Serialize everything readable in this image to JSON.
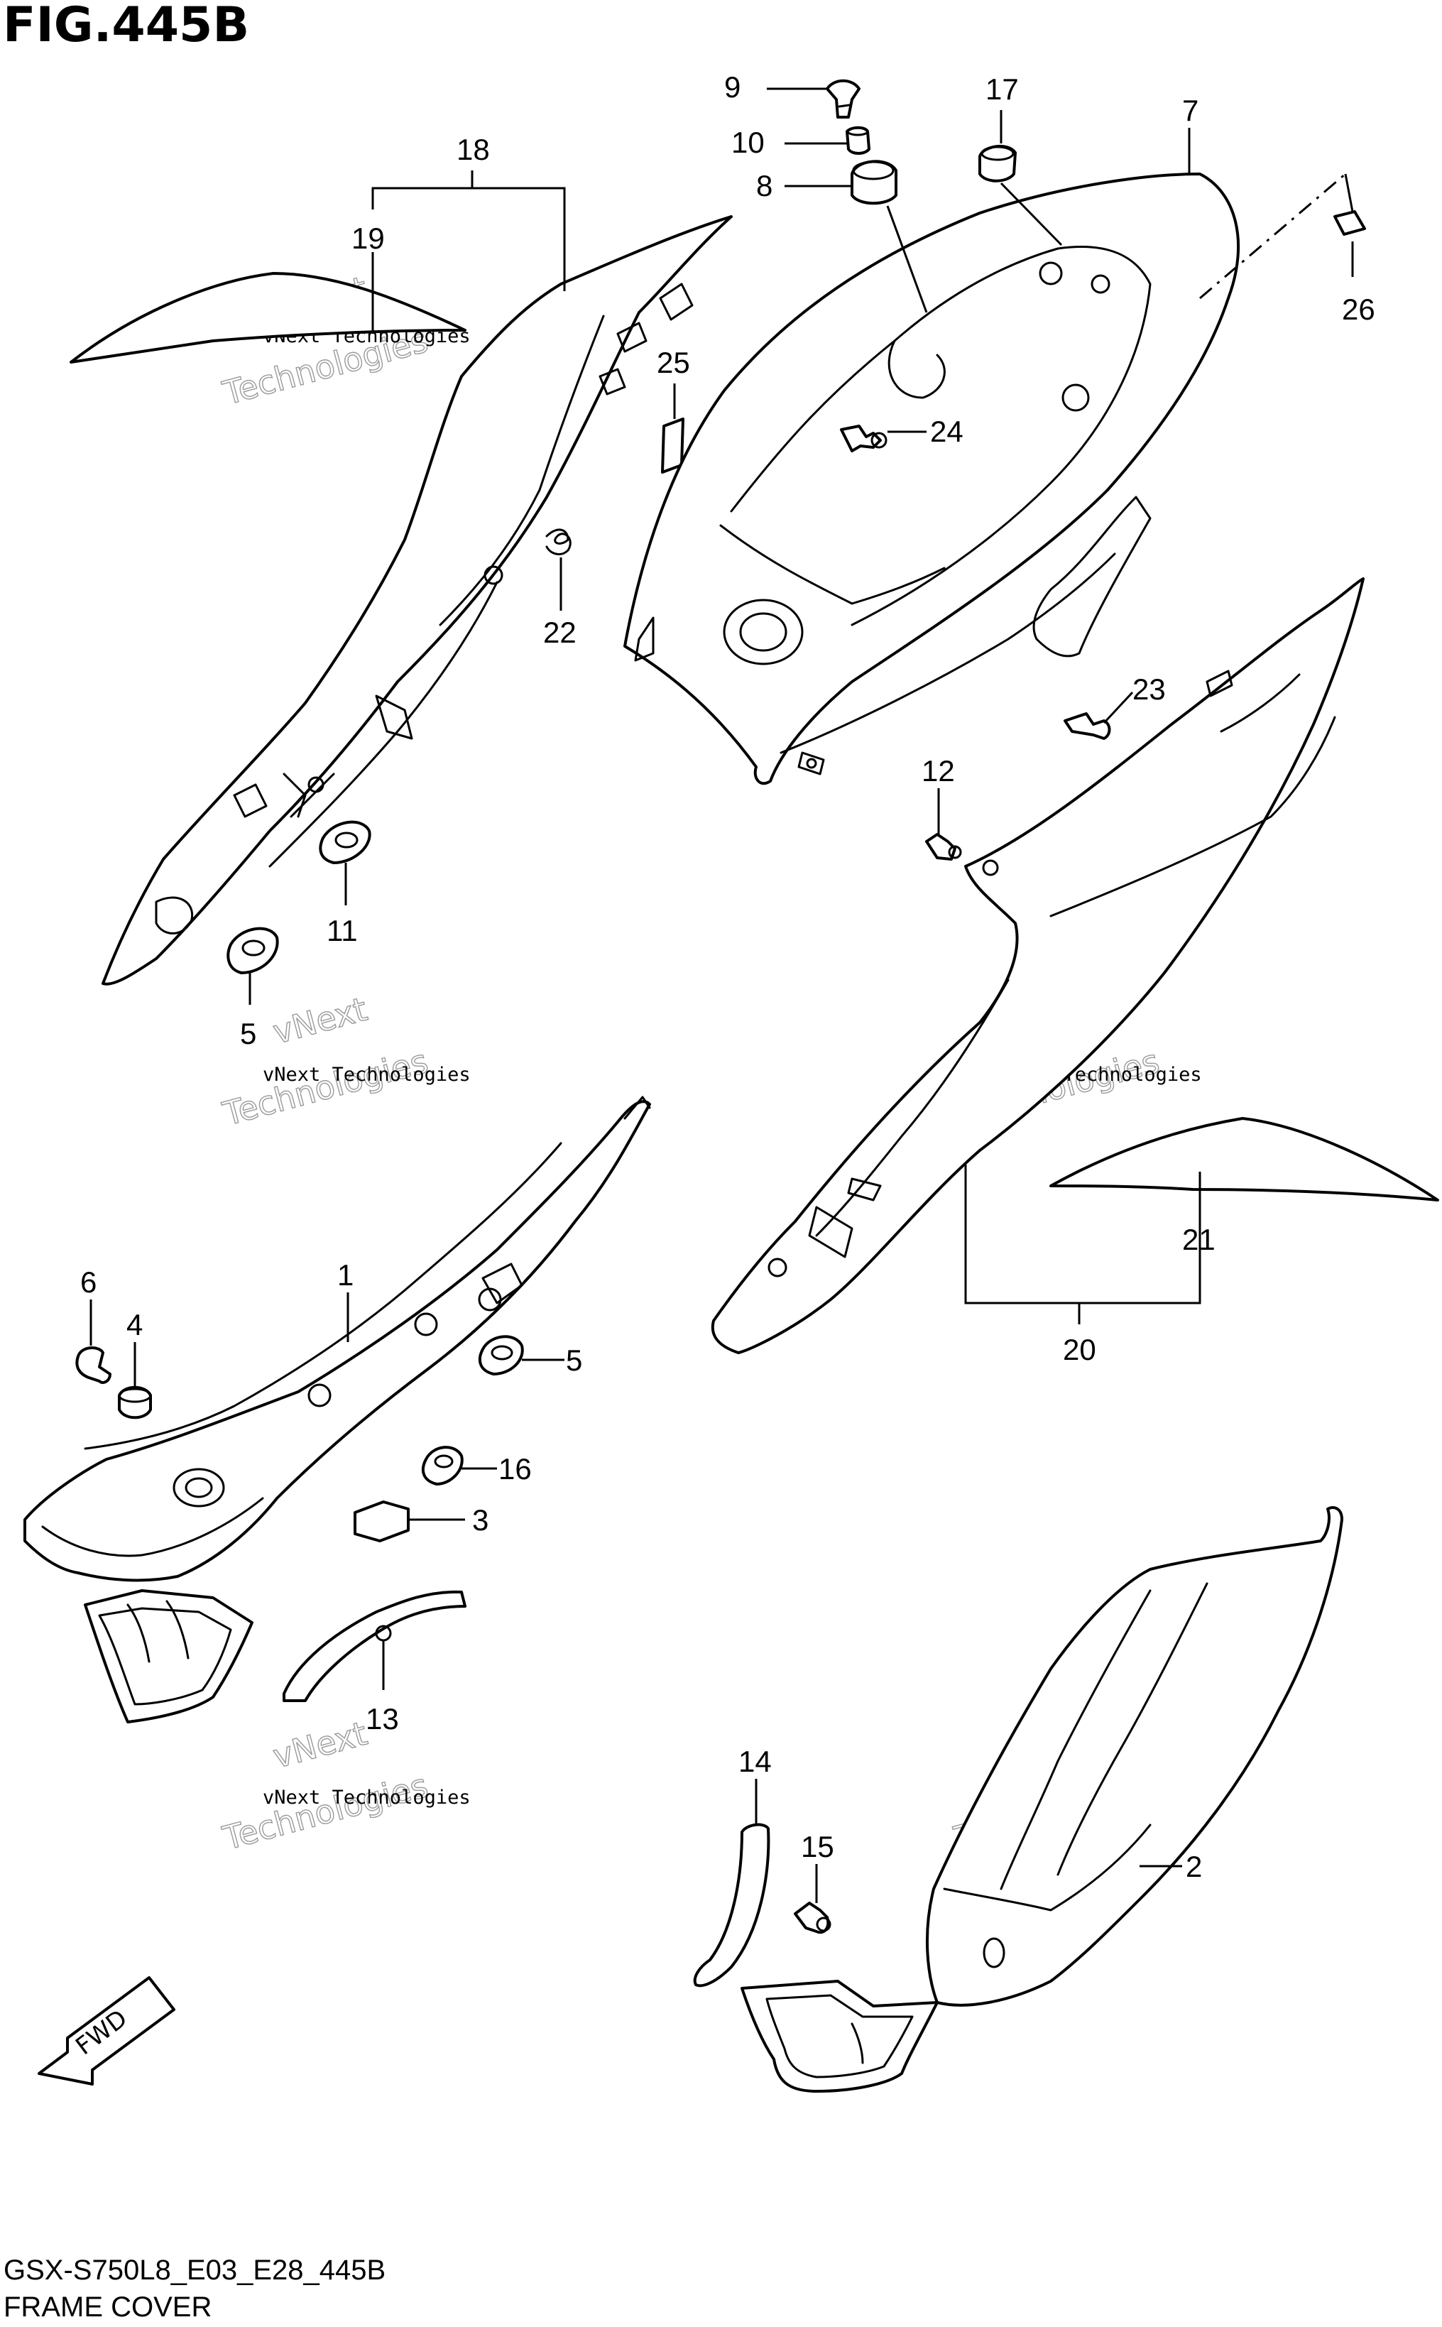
{
  "figure": {
    "title": "FIG.445B",
    "model_code": "GSX-S750L8_E03_E28_445B",
    "caption": "FRAME COVER"
  },
  "watermark": {
    "line1": "vNext Technologies",
    "line2": "vNext",
    "line3": "Technologies"
  },
  "fwd_label": "FWD",
  "callouts": {
    "c1": "1",
    "c2": "2",
    "c3": "3",
    "c4": "4",
    "c5a": "5",
    "c5b": "5",
    "c6": "6",
    "c7": "7",
    "c8": "8",
    "c9": "9",
    "c10": "10",
    "c11": "11",
    "c12": "12",
    "c13": "13",
    "c14": "14",
    "c15": "15",
    "c16": "16",
    "c17": "17",
    "c18": "18",
    "c19": "19",
    "c20": "20",
    "c21": "21",
    "c22": "22",
    "c23": "23",
    "c24": "24",
    "c25": "25",
    "c26": "26"
  }
}
